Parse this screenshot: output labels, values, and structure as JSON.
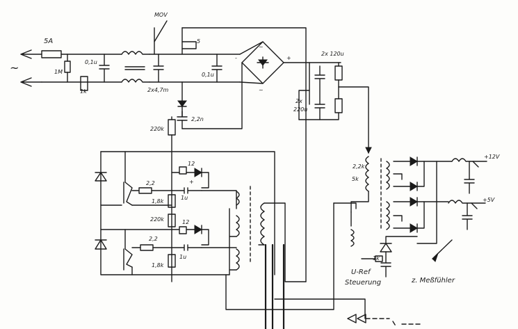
{
  "labels": {
    "fuse": "5A",
    "mov": "MOV",
    "fuse2": "5",
    "r_1m": "1M",
    "c_01u": "0,1u",
    "l_2x47m": "2x4,7m",
    "c_01u_2": "0,1u",
    "r_1k": "1k",
    "c_2x120u": "2x 120u",
    "c_2x_220u": "2x",
    "c_220u": "220u",
    "c_22n": "2,2n",
    "r_220k": "220k",
    "z_12": "12",
    "r_22_top": "2,2",
    "c_1u_top": "1u",
    "r_18k_top": "1,8k",
    "r_220k_2": "220k",
    "z_12_2": "12",
    "r_22_bot": "2,2",
    "c_1u_bot": "1u",
    "r_18k_bot": "1,8k",
    "l_22k": "2,2k",
    "r_5k": "5k",
    "out_12v": "+12V",
    "out_5v": "+5V",
    "u_ref": "U-Ref",
    "steuerung": "Steuerung",
    "messfuehler": "z. Meßfühler",
    "r_1k_b": "1k",
    "tilde_in": "~",
    "tilde_bridge_l": "~",
    "tilde_bridge_r": "~",
    "bridge_plus": "+",
    "bridge_minus": "-",
    "cap_plus": "+"
  },
  "icons": {
    "ac_input": "ac-source-icon",
    "bridge": "bridge-rectifier-icon",
    "transformer": "transformer-icon"
  }
}
